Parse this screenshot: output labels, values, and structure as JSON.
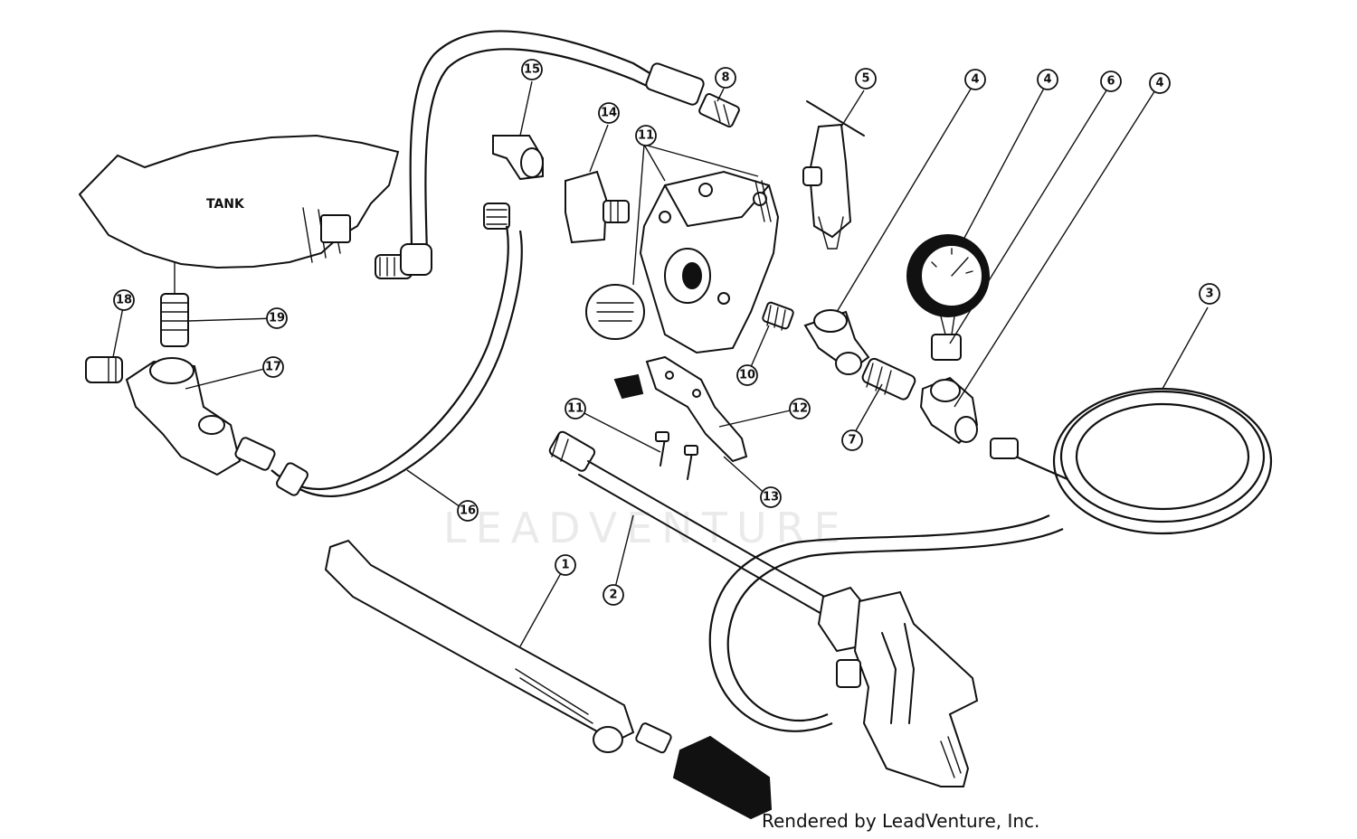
{
  "diagram": {
    "tank_label": "TANK",
    "watermark": "LEADVENTURE",
    "credit": "Rendered by LeadVenture, Inc.",
    "callouts": [
      {
        "id": "c1",
        "label": "1"
      },
      {
        "id": "c2",
        "label": "2"
      },
      {
        "id": "c3",
        "label": "3"
      },
      {
        "id": "c4a",
        "label": "4"
      },
      {
        "id": "c4b",
        "label": "4"
      },
      {
        "id": "c4c",
        "label": "4"
      },
      {
        "id": "c5",
        "label": "5"
      },
      {
        "id": "c6",
        "label": "6"
      },
      {
        "id": "c7",
        "label": "7"
      },
      {
        "id": "c8",
        "label": "8"
      },
      {
        "id": "c10",
        "label": "10"
      },
      {
        "id": "c11a",
        "label": "11"
      },
      {
        "id": "c11b",
        "label": "11"
      },
      {
        "id": "c12",
        "label": "12"
      },
      {
        "id": "c13",
        "label": "13"
      },
      {
        "id": "c14",
        "label": "14"
      },
      {
        "id": "c15",
        "label": "15"
      },
      {
        "id": "c16",
        "label": "16"
      },
      {
        "id": "c17",
        "label": "17"
      },
      {
        "id": "c18",
        "label": "18"
      },
      {
        "id": "c19",
        "label": "19"
      }
    ]
  }
}
